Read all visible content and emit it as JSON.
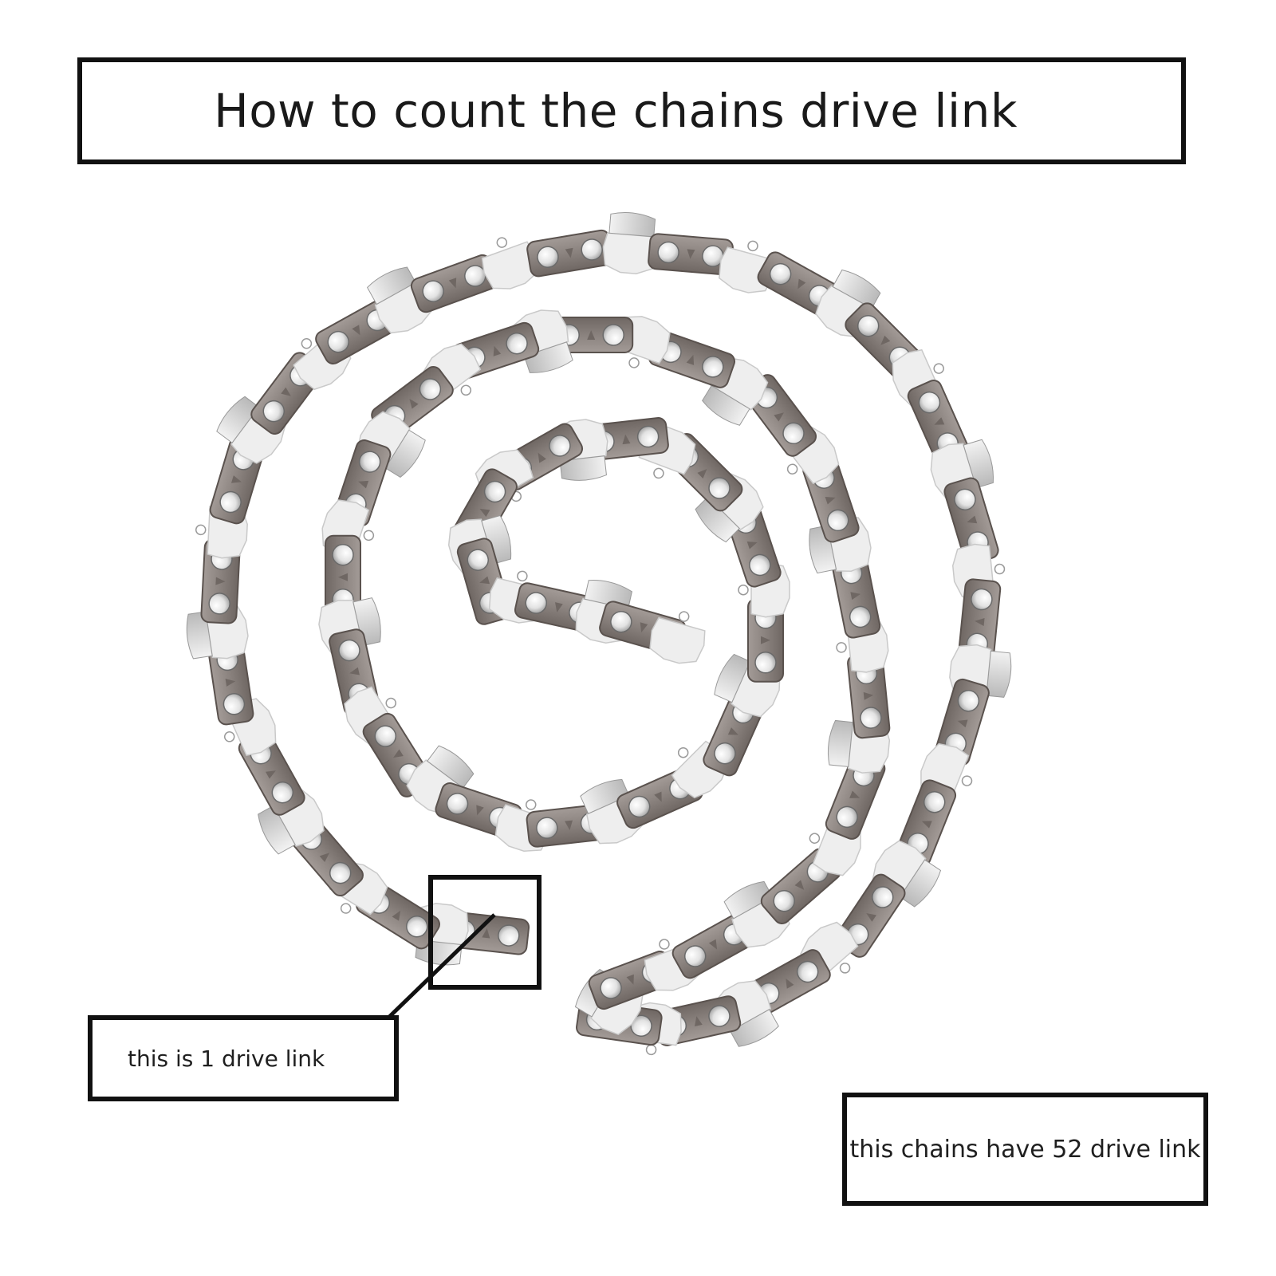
{
  "title": "How to count the chains drive link",
  "annotations": {
    "single_link_label": "this is 1 drive  link",
    "total_label": "this chains have 52 drive link"
  },
  "colors": {
    "frame": "#111111",
    "link_plate": "#8c8480",
    "link_plate_edge": "#5a524e",
    "rivet": "#e8e8e8",
    "tie_strap": "#eeeeee",
    "cutter": "#d7d7d7",
    "background": "#ffffff"
  },
  "chain": {
    "drive_link_count": 52
  }
}
